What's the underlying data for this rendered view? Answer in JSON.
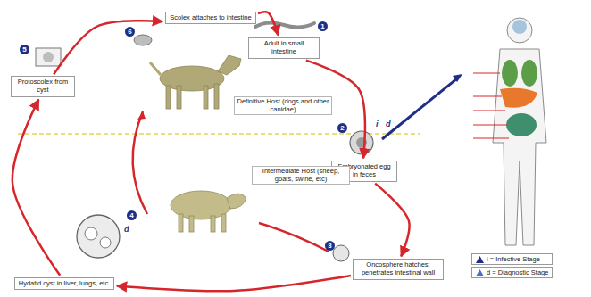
{
  "diagram": {
    "nodes": [
      {
        "text": [
          "Adult in small intestine"
        ]
      },
      {
        "text": [
          "Embryonated egg in feces"
        ]
      },
      {
        "text": [
          "Oncosphere hatches; penetrates intestinal wall"
        ]
      },
      {
        "text": [
          "Hydatid cyst in liver, lungs, etc."
        ]
      },
      {
        "text": [
          "Protoscolex from cyst"
        ]
      },
      {
        "text": [
          "Scolex attaches to intestine"
        ]
      }
    ],
    "edges": [
      {
        "from": 0,
        "to": 1,
        "arrow": "to"
      },
      {
        "from": 1,
        "to": 2,
        "arrow": "to"
      },
      {
        "from": 2,
        "to": 3,
        "arrow": "to"
      },
      {
        "from": 3,
        "to": 4,
        "arrow": "to"
      },
      {
        "from": 4,
        "to": 5,
        "arrow": "to"
      },
      {
        "from": 5,
        "to": 0,
        "arrow": "to"
      }
    ],
    "labels": [
      "1",
      "2",
      "3",
      "4",
      "5",
      "6",
      "i",
      "d",
      "d",
      "Definitive Host (dogs and other canidae)",
      "Intermediate Host (sheep, goats, swine, etc)"
    ],
    "legend": [
      {
        "text": "i = Infective Stage"
      },
      {
        "text": "d = Diagnostic Stage"
      }
    ]
  }
}
